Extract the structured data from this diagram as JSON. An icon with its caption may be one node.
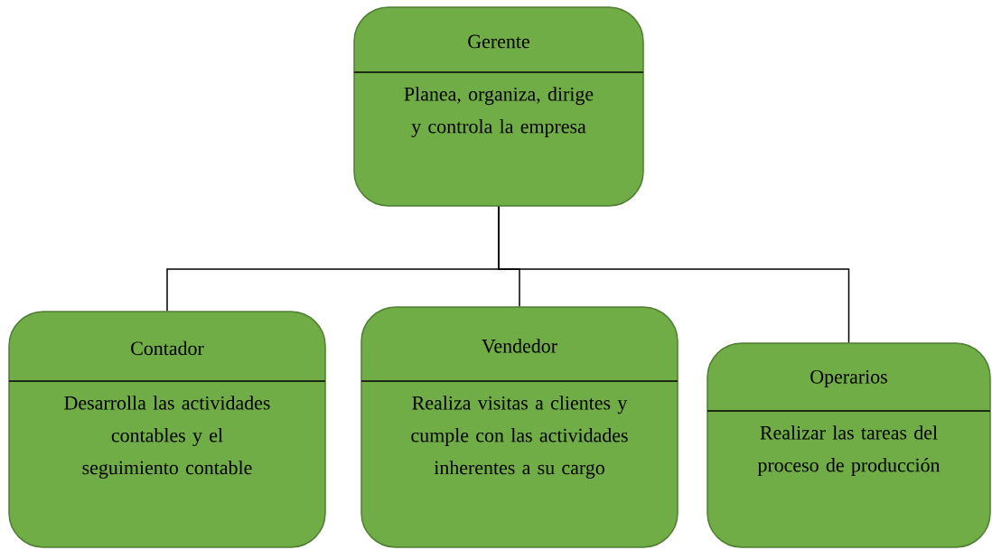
{
  "diagram": {
    "nodes": [
      {
        "text": [
          "Gerente",
          "Planea, organiza, dirige y controla la empresa"
        ]
      },
      {
        "text": [
          "Contador",
          "Desarrolla las actividades contables y el seguimiento contable"
        ]
      },
      {
        "text": [
          "Vendedor",
          "Realiza visitas a clientes y cumple con las actividades inherentes a su cargo"
        ]
      },
      {
        "text": [
          "Operarios",
          "Realizar las tareas del proceso de producción"
        ]
      }
    ],
    "edges": [
      {
        "from": 0,
        "to": 1,
        "arrow": "none"
      },
      {
        "from": 0,
        "to": 2,
        "arrow": "none"
      },
      {
        "from": 0,
        "to": 3,
        "arrow": "none"
      }
    ]
  }
}
